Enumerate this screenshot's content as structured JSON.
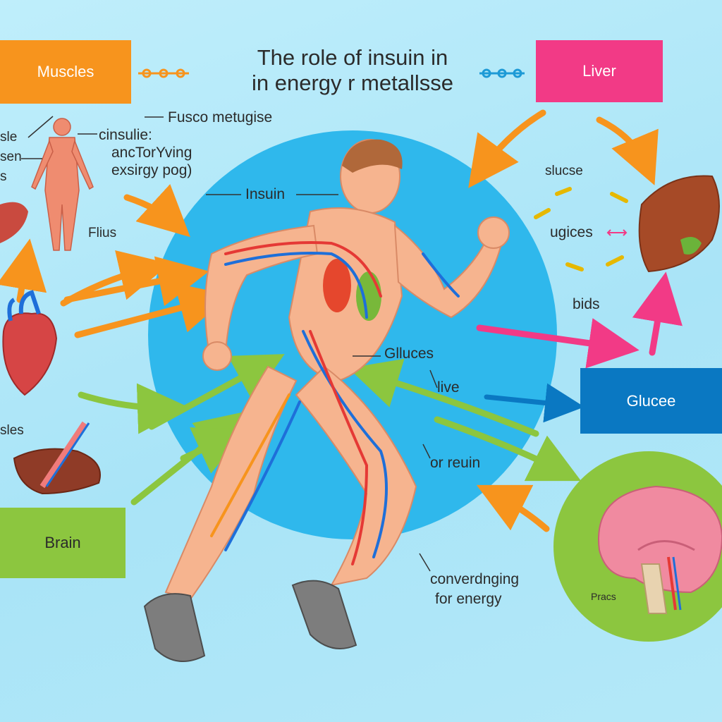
{
  "title_line1": "The role of insuin in",
  "title_line2": "in energy r metallsse",
  "boxes": {
    "muscles": {
      "label": "Muscles",
      "color": "#f7941d"
    },
    "liver": {
      "label": "Liver",
      "color": "#f23a86"
    },
    "glucee": {
      "label": "Glucee",
      "color": "#0a78c2"
    },
    "brain": {
      "label": "Brain",
      "color": "#8cc63f"
    }
  },
  "labels": {
    "fusco": "Fusco metugise",
    "cinsulie": "cinsulie:",
    "anctorying": "ancTorYving",
    "exsirgy": "exsirgy pog)",
    "insuin": "Insuin",
    "flius": "Flius",
    "sle": "sle",
    "sen": "sen",
    "s": "s",
    "sles": "sles",
    "slucse": "slucse",
    "ugices": "ugices",
    "bids": "bids",
    "glluces": "Glluces",
    "live": "live",
    "or_reuin": "or reuin",
    "converging_1": "converdnging",
    "converging_2": "for energy",
    "pracs": "Pracs"
  },
  "colors": {
    "circle": "#2fb8ec",
    "orange": "#f7941d",
    "pink": "#f23a86",
    "green": "#8cc63f",
    "blue": "#0a78c2"
  }
}
